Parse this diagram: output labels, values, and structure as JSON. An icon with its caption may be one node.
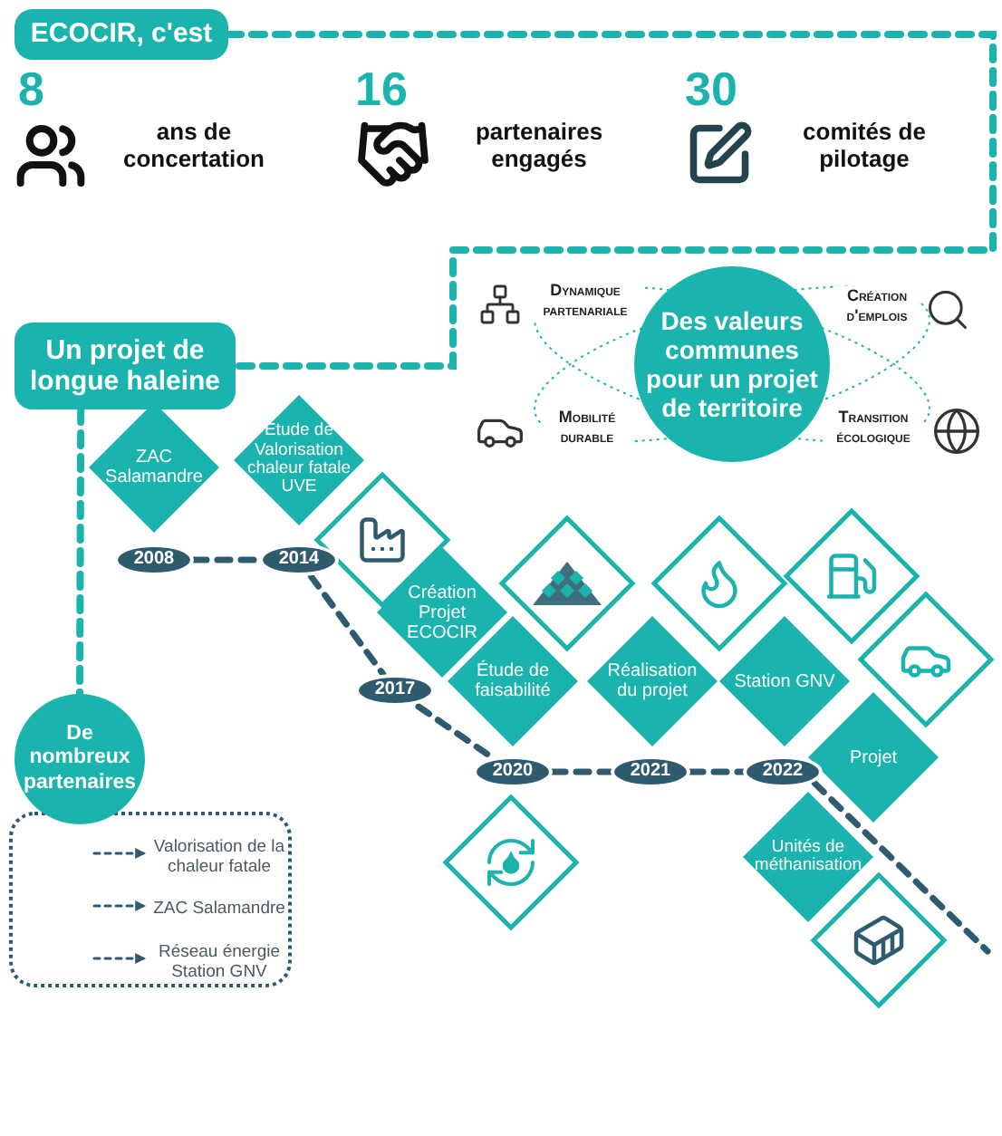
{
  "diagram": {
    "nodes": [
      {
        "text": [
          "ECOCIR, c'est"
        ]
      },
      {
        "text": [
          "Des valeurs communes pour un projet de territoire"
        ]
      },
      {
        "text": [
          "Un projet de longue haleine"
        ]
      },
      {
        "text": [
          "De nombreux partenaires"
        ]
      },
      {
        "text": [],
        "shape": "box"
      },
      {
        "text": [
          "Valorisation de la chaleur fatale"
        ],
        "in": 4
      },
      {
        "text": [
          "ZAC Salamandre"
        ],
        "in": 4
      },
      {
        "text": [
          "Réseau énergie Station GNV"
        ],
        "in": 4
      },
      {
        "text": [
          "ZAC Salamandre"
        ]
      },
      {
        "text": [
          "2008"
        ]
      },
      {
        "text": [
          "Étude de Valorisation chaleur fatale UVE"
        ]
      },
      {
        "text": [
          "2014"
        ]
      },
      {
        "text": [],
        "shape": "diamond"
      },
      {
        "text": [
          "Création Projet ECOCIR"
        ]
      },
      {
        "text": [
          "2017"
        ]
      },
      {
        "text": [],
        "shape": "diamond"
      },
      {
        "text": [
          "Étude de faisabilité"
        ]
      },
      {
        "text": [
          "2020"
        ]
      },
      {
        "text": [],
        "shape": "diamond"
      },
      {
        "text": [
          "Réalisation du projet"
        ]
      },
      {
        "text": [
          "2021"
        ]
      },
      {
        "text": [],
        "shape": "diamond"
      },
      {
        "text": [
          "Station GNV"
        ]
      },
      {
        "text": [
          "2022"
        ]
      },
      {
        "text": [],
        "shape": "diamond"
      },
      {
        "text": [
          "Projet"
        ]
      },
      {
        "text": [],
        "shape": "diamond"
      },
      {
        "text": [
          "Unités de méthanisation"
        ]
      },
      {
        "text": [],
        "shape": "diamond"
      }
    ],
    "edges": [
      {
        "from": 0,
        "to": 2,
        "arrow": "none",
        "style": "dashed",
        "color": "#1bb3ae"
      },
      {
        "from": 2,
        "to": 3,
        "arrow": "none",
        "style": "dashed",
        "color": "#1bb3ae"
      },
      {
        "from": 9,
        "to": 11,
        "arrow": "none",
        "style": "dashed"
      },
      {
        "from": 11,
        "to": 14,
        "arrow": "none",
        "style": "dashed"
      },
      {
        "from": 14,
        "to": 17,
        "arrow": "none",
        "style": "dashed"
      },
      {
        "from": 17,
        "to": 20,
        "arrow": "none",
        "style": "dashed"
      },
      {
        "from": 20,
        "to": 23,
        "arrow": "none",
        "style": "dashed"
      },
      {
        "from": 23,
        "to": null,
        "arrow": "none",
        "style": "dashed"
      },
      {
        "from": null,
        "to": 5,
        "arrow": "to",
        "style": "dashed"
      },
      {
        "from": null,
        "to": 6,
        "arrow": "to",
        "style": "dashed"
      },
      {
        "from": null,
        "to": 7,
        "arrow": "to",
        "style": "dashed"
      }
    ],
    "labels": [
      "8",
      "ans de concertation",
      "16",
      "partenaires engagés",
      "30",
      "comités de pilotage",
      "Dynamique partenariale",
      "Création d'emplois",
      "Mobilité durable",
      "Transition écologique"
    ]
  }
}
